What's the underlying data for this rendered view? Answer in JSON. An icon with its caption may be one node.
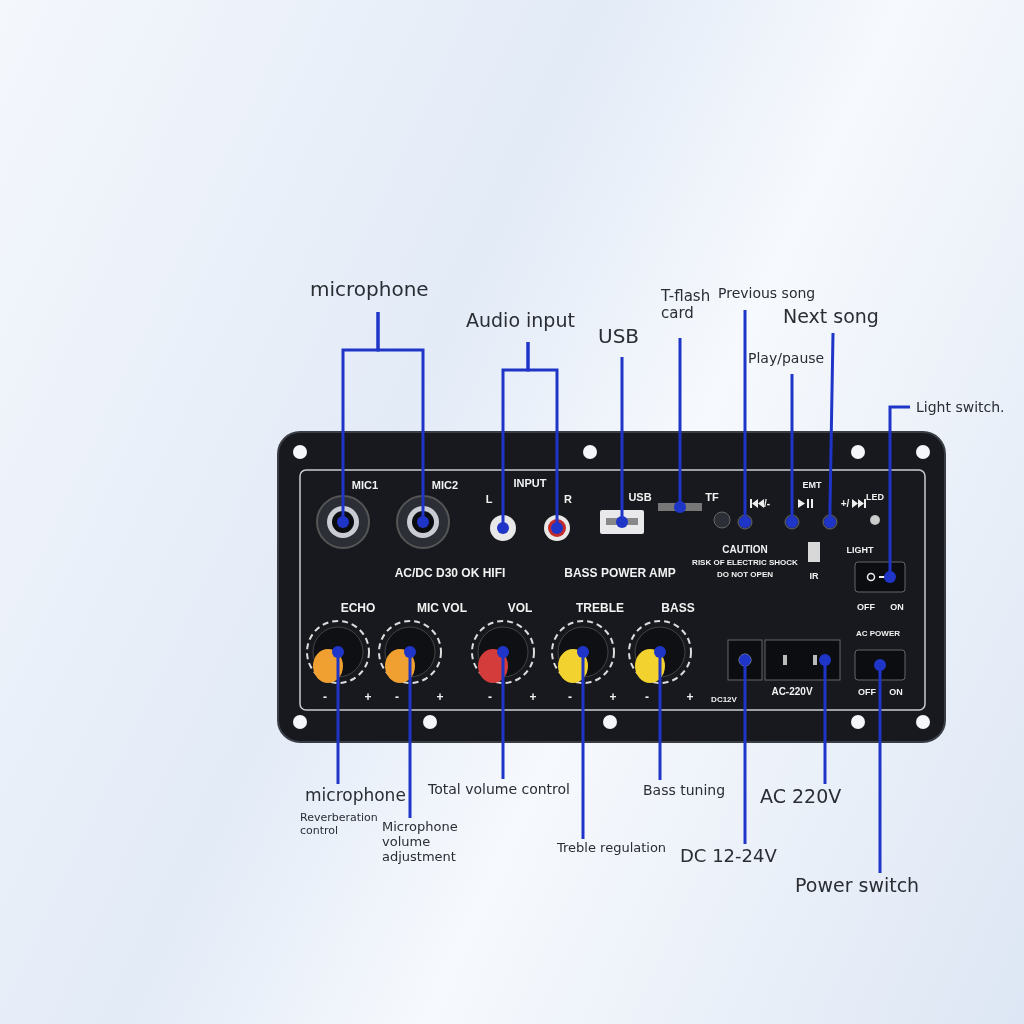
{
  "diagram": {
    "nodes": [
      {
        "text": [
          "microphone"
        ]
      },
      {
        "text": [
          "Audio input"
        ]
      },
      {
        "text": [
          "USB"
        ]
      },
      {
        "text": [
          "T-flash card"
        ]
      },
      {
        "text": [
          "Previous song"
        ]
      },
      {
        "text": [
          "Play/pause"
        ]
      },
      {
        "text": [
          "Next song"
        ]
      },
      {
        "text": [
          "Light switch."
        ]
      },
      {
        "text": [
          "microphone",
          "Reverberation control"
        ]
      },
      {
        "text": [
          "Microphone volume adjustment"
        ]
      },
      {
        "text": [
          "Total volume control"
        ]
      },
      {
        "text": [
          "Treble regulation"
        ]
      },
      {
        "text": [
          "Bass tuning"
        ]
      },
      {
        "text": [
          "DC 12-24V"
        ]
      },
      {
        "text": [
          "AC 220V"
        ]
      },
      {
        "text": [
          "Power switch"
        ]
      }
    ],
    "edges": [
      {
        "from": 0,
        "to": null,
        "arrow": "other"
      },
      {
        "from": 0,
        "to": null,
        "arrow": "other"
      },
      {
        "from": 1,
        "to": null,
        "arrow": "other"
      },
      {
        "from": 1,
        "to": null,
        "arrow": "other"
      },
      {
        "from": 2,
        "to": null,
        "arrow": "other"
      },
      {
        "from": 3,
        "to": null,
        "arrow": "other"
      },
      {
        "from": 4,
        "to": null,
        "arrow": "other"
      },
      {
        "from": 5,
        "to": null,
        "arrow": "other"
      },
      {
        "from": 6,
        "to": null,
        "arrow": "other"
      },
      {
        "from": 7,
        "to": null,
        "arrow": "other"
      },
      {
        "from": 8,
        "to": null,
        "arrow": "other"
      },
      {
        "from": 9,
        "to": null,
        "arrow": "other"
      },
      {
        "from": 10,
        "to": null,
        "arrow": "other"
      },
      {
        "from": 11,
        "to": null,
        "arrow": "other"
      },
      {
        "from": 12,
        "to": null,
        "arrow": "other"
      },
      {
        "from": 13,
        "to": null,
        "arrow": "other"
      },
      {
        "from": 14,
        "to": null,
        "arrow": "other"
      },
      {
        "from": 15,
        "to": null,
        "arrow": "other"
      }
    ],
    "labels": [
      "MIC1",
      "MIC2",
      "INPUT",
      "EMT",
      "L",
      "R",
      "USB",
      "TF",
      "/-",
      "+/",
      "LED",
      "LIGHT",
      "AC/DC D30 OK HIFI",
      "BASS POWER AMP",
      "IR",
      "OFF",
      "ON",
      "ECHO",
      "MIC VOL",
      "VOL",
      "TREBLE",
      "BASS",
      "AC POWER",
      "-",
      "+",
      "-",
      "+",
      "-",
      "+",
      "-",
      "+",
      "-",
      "+",
      "DC12V",
      "AC-220V",
      "OFF",
      "ON",
      "CAUTION",
      "RISK OF ELECTRIC SHOCK",
      "DO NOT OPEN"
    ]
  }
}
